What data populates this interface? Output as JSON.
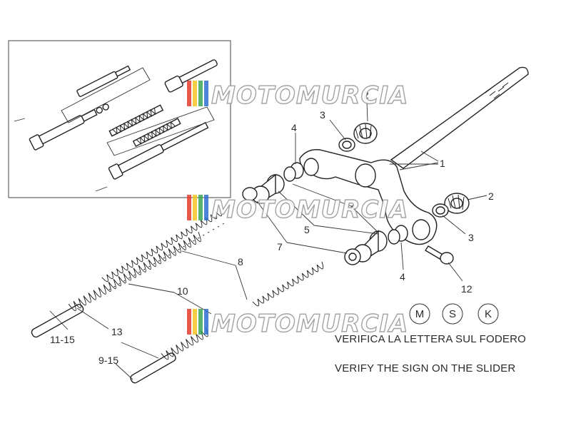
{
  "labels": {
    "l1": "1",
    "l2a": "2",
    "l2b": "2",
    "l3a": "3",
    "l3b": "3",
    "l4a": "4",
    "l4b": "4",
    "l5": "5",
    "l6": "6",
    "l7": "7",
    "l8": "8",
    "l10": "10",
    "l11_15": "11-15",
    "l12": "12",
    "l13": "13",
    "l9_15": "9-15"
  },
  "variants": [
    "M",
    "S",
    "K"
  ],
  "notes": {
    "italian": "VERIFICA LA LETTERA SUL FODERO",
    "english": "VERIFY THE SIGN ON THE SLIDER"
  },
  "watermark": {
    "text": "MOTOMURCIA",
    "colors": [
      "#e63b2e",
      "#f3c623",
      "#3aa655",
      "#2f6fd0"
    ]
  }
}
